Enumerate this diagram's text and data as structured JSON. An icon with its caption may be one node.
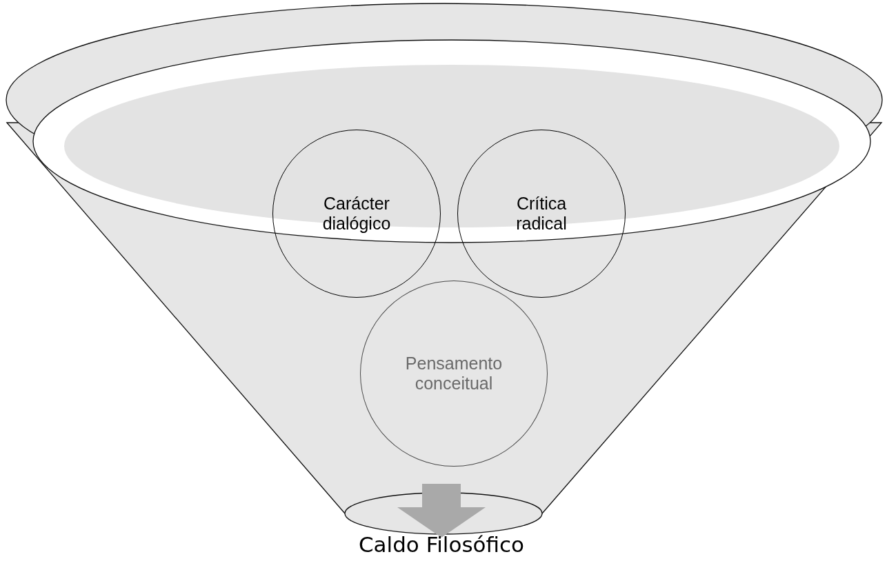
{
  "diagram": {
    "nodes": [
      {
        "text": [],
        "shape": "funnel"
      },
      {
        "text": [
          "Carácter dialógico"
        ],
        "in": 0
      },
      {
        "text": [
          "Crítica radical"
        ],
        "in": 0
      },
      {
        "text": [
          "Pensamento conceitual"
        ],
        "in": 0
      },
      {
        "text": [
          "Caldo Filosófico"
        ]
      }
    ],
    "edges": [
      {
        "from": 0,
        "to": 4,
        "arrow": "to"
      }
    ]
  }
}
